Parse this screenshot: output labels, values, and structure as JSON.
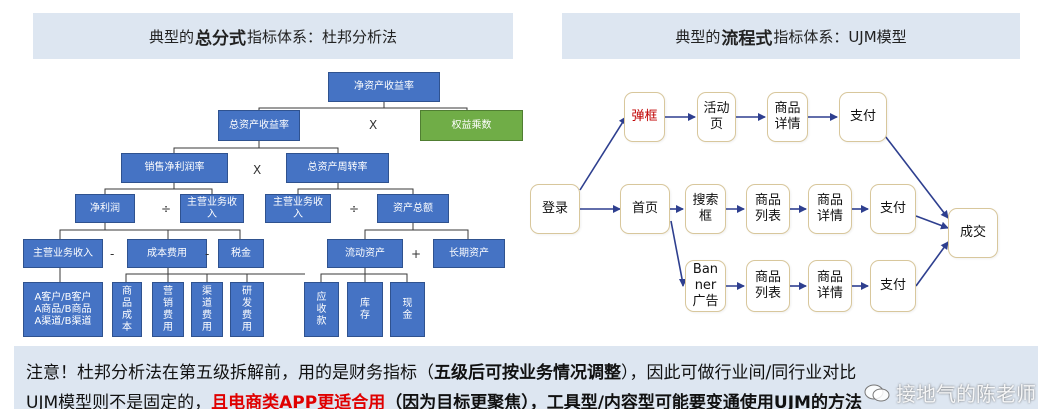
{
  "header_left": {
    "prefix": "典型的",
    "emph": "总分式",
    "suffix": "指标体系：杜邦分析法"
  },
  "header_right": {
    "prefix": "典型的",
    "emph": "流程式",
    "suffix": "指标体系：UJM模型"
  },
  "dupont": {
    "nodes": {
      "roe": "净资产收益率",
      "roa": "总资产收益率",
      "em": "权益乘数",
      "npm": "销售净利润率",
      "tat": "总资产周转率",
      "np": "净利润",
      "rev1": "主营业务收\n入",
      "rev2": "主营业务收\n入",
      "ta": "资产总额",
      "rev3": "主营业务收入",
      "cost": "成本费用",
      "tax": "税金",
      "ca": "流动资产",
      "lta": "长期资产",
      "ab": "A客户/B客户\nA商品/B商品\nA渠道/B渠道",
      "c1": "商\n品\n成\n本",
      "c2": "营\n销\n费\n用",
      "c3": "渠\n道\n费\n用",
      "c4": "研\n发\n费\n用",
      "a1": "应\n收\n款",
      "a2": "库\n存",
      "a3": "现\n金"
    },
    "ops": {
      "x1": "X",
      "x2": "X",
      "div1": "÷",
      "div2": "÷",
      "minus1": "-",
      "minus2": "-",
      "plus": "+"
    }
  },
  "ujm": {
    "login": "登录",
    "popup": "弹框",
    "activity": "活动\n页",
    "detail1": "商品\n详情",
    "pay1": "支付",
    "home": "首页",
    "search": "搜索\n框",
    "list2": "商品\n列表",
    "detail2": "商品\n详情",
    "pay2": "支付",
    "banner": "Ban\nner\n广告",
    "list3": "商品\n列表",
    "detail3": "商品\n详情",
    "pay3": "支付",
    "success": "成交"
  },
  "note": {
    "l1a": "注意！杜邦分析法在第五级拆解前，用的是财务指标（",
    "l1b": "五级后可按业务情况调整",
    "l1c": "），因此可做行业间/同行业对比",
    "l2a": "UJM模型则不是固定的，",
    "l2b": "且电商类APP更适合用",
    "l2c": "（因为目标更聚焦），工具型/内容型可能要变通使用UJM的方法"
  },
  "watermark": "接地气的陈老师",
  "colors": {
    "box_blue": "#4573c4",
    "box_green": "#70ad47",
    "node_border": "#d8c79c",
    "arrow": "#2e3f8f",
    "highlight_red": "#e00000",
    "popup_red": "#c00000",
    "band_bg": "#dde6f1"
  }
}
